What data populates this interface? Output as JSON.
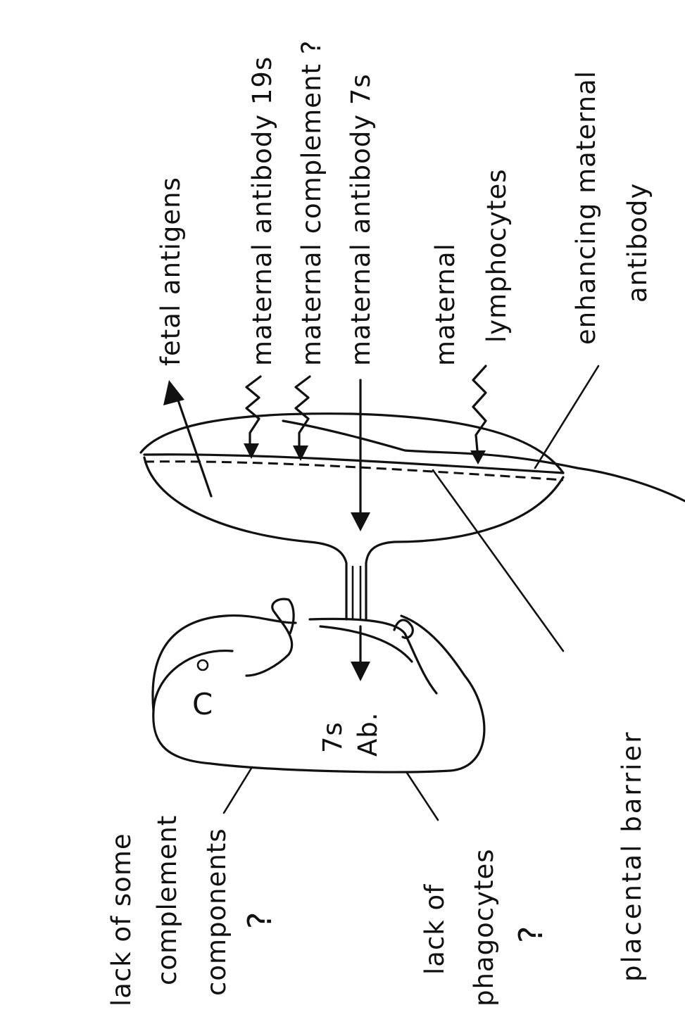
{
  "labels": {
    "fetal_antigens": "fetal antigens",
    "maternal_antibody_19s": "maternal antibody 19s",
    "maternal_complement": "maternal complement ?",
    "maternal_antibody_7s": "maternal antibody 7s",
    "maternal_lymphocytes_1": "maternal",
    "maternal_lymphocytes_2": "lymphocytes",
    "enhancing_antibody_1": "enhancing maternal",
    "enhancing_antibody_2": "antibody",
    "lack_complement_1": "lack of some",
    "lack_complement_2": "complement",
    "lack_complement_3": "components",
    "lack_complement_q": "?",
    "lack_phagocytes_1": "lack of",
    "lack_phagocytes_2": "phagocytes",
    "lack_phagocytes_q": "?",
    "placental_barrier": "placental barrier",
    "fetal_7s_1": "7s",
    "fetal_7s_2": "Ab."
  },
  "colors": {
    "ink": "#111111",
    "paper": "#ffffff"
  }
}
